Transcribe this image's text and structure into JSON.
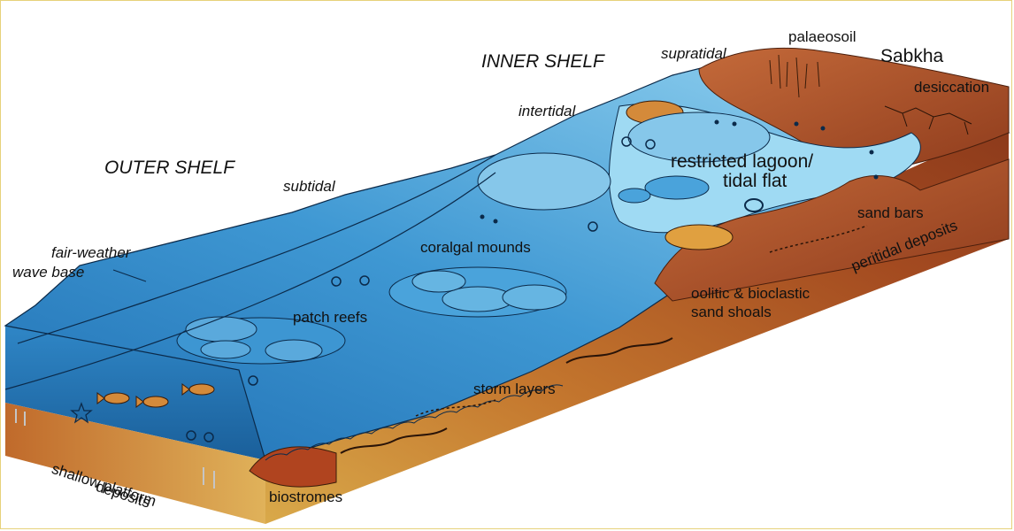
{
  "diagram": {
    "labels": {
      "outer_shelf": "OUTER SHELF",
      "inner_shelf": "INNER SHELF",
      "subtidal": "subtidal",
      "intertidal": "intertidal",
      "supratidal": "supratidal",
      "palaeosoil": "palaeosoil",
      "sabkha": "Sabkha",
      "desiccation": "desiccation",
      "restricted_lagoon_line1": "restricted lagoon/",
      "restricted_lagoon_line2": "tidal flat",
      "sand_bars": "sand bars",
      "fair_weather_line1": "fair-weather",
      "fair_weather_line2": "wave base",
      "coralgal_mounds": "coralgal mounds",
      "patch_reefs": "patch reefs",
      "oolitic_line1": "oolitic & bioclastic",
      "oolitic_line2": "sand shoals",
      "peritidal_deposits": "peritidal deposits",
      "storm_layers": "storm layers",
      "shallow_platform_line1": "shallow platform",
      "shallow_platform_line2": "deposits",
      "biostromes": "biostromes"
    }
  }
}
